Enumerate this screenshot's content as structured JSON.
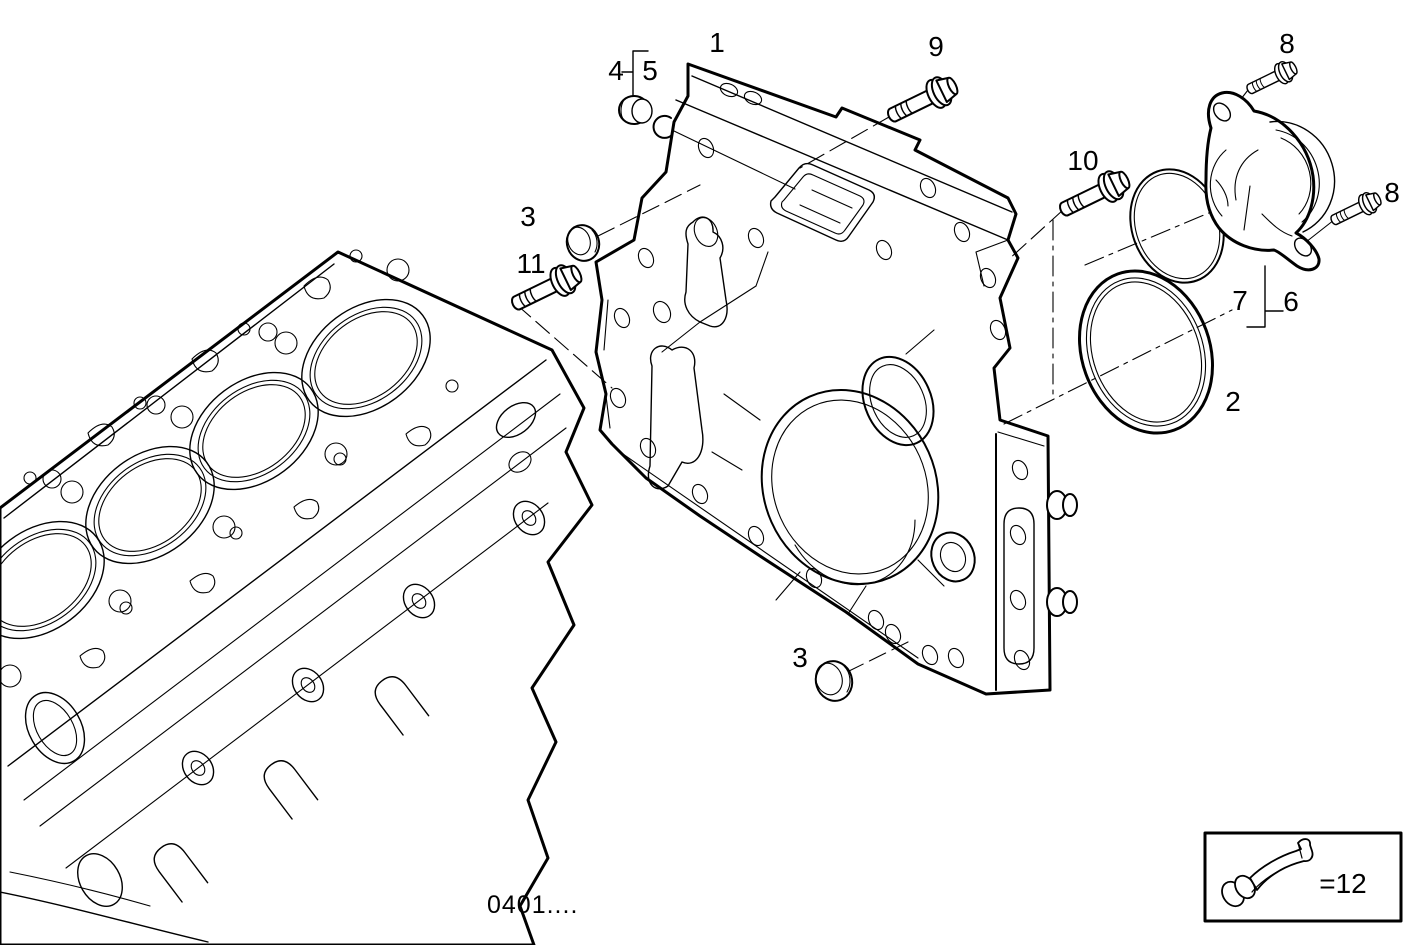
{
  "page": {
    "background": "#ffffff",
    "ink": "#000000",
    "description_text": ""
  },
  "figure": {
    "caption": "0401...."
  },
  "callouts": [
    {
      "text": "1"
    },
    {
      "text": "2"
    },
    {
      "text": "3"
    },
    {
      "text": "3"
    },
    {
      "text": "4"
    },
    {
      "text": "5"
    },
    {
      "text": "6"
    },
    {
      "text": "7"
    },
    {
      "text": "8"
    },
    {
      "text": "8"
    },
    {
      "text": "9"
    },
    {
      "text": "10"
    },
    {
      "text": "11"
    }
  ],
  "legend": {
    "label": "=12",
    "icon": "sealant-tube-icon"
  }
}
